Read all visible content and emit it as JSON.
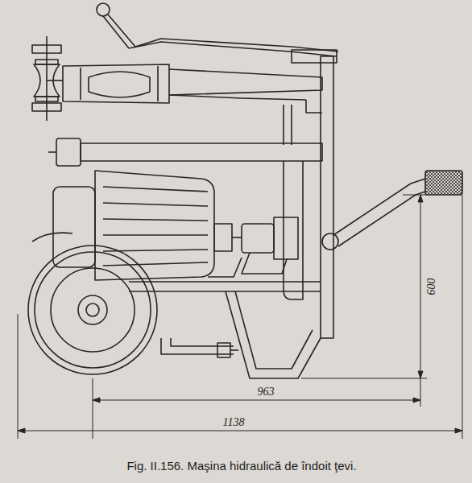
{
  "diagram": {
    "caption": "Fig. II.156. Maşina hidraulică de îndoit ţevi.",
    "labels": [
      "600",
      "963",
      "1138"
    ]
  }
}
